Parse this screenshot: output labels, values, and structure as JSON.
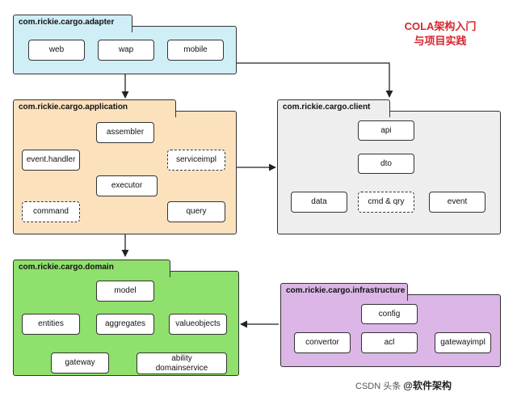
{
  "title": {
    "line1": "COLA架构入门",
    "line2": "与项目实践"
  },
  "watermark": {
    "csdn": "CSDN",
    "author": "@软件架构",
    "prefix": "头条"
  },
  "packages": {
    "adapter": {
      "name": "com.rickie.cargo.adapter",
      "nodes": {
        "web": "web",
        "wap": "wap",
        "mobile": "mobile"
      }
    },
    "application": {
      "name": "com.rickie.cargo.application",
      "nodes": {
        "assembler": "assembler",
        "event_handler": "event.handler",
        "serviceimpl": "serviceimpl",
        "executor": "executor",
        "command": "command",
        "query": "query"
      }
    },
    "client": {
      "name": "com.rickie.cargo.client",
      "nodes": {
        "api": "api",
        "dto": "dto",
        "data": "data",
        "cmd_qry": "cmd & qry",
        "event": "event"
      }
    },
    "domain": {
      "name": "com.rickie.cargo.domain",
      "nodes": {
        "model": "model",
        "entities": "entities",
        "aggregates": "aggregates",
        "valueobjects": "valueobjects",
        "gateway": "gateway",
        "ability": "ability",
        "domainservice": "domainservice"
      }
    },
    "infrastructure": {
      "name": "com.rickie.cargo.infrastructure",
      "nodes": {
        "config": "config",
        "convertor": "convertor",
        "acl": "acl",
        "gatewayimpl": "gatewayimpl"
      }
    }
  }
}
